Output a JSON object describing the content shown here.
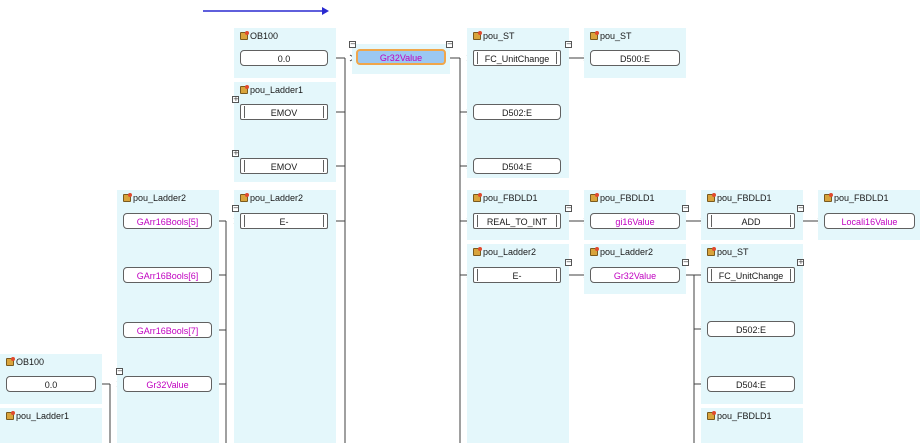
{
  "panels": [
    {
      "id": "p1",
      "title": "OB100",
      "items": [
        {
          "label": "0.0",
          "kind": "value"
        }
      ]
    },
    {
      "id": "p2",
      "title": "pou_Ladder1",
      "items": [
        {
          "label": "EMOV",
          "kind": "fb"
        },
        {
          "label": "EMOV",
          "kind": "fb"
        }
      ]
    },
    {
      "id": "p3",
      "title": "pou_Ladder2",
      "items": [
        {
          "label": "E-",
          "kind": "fb"
        }
      ]
    },
    {
      "id": "p4",
      "title": "pou_Ladder2",
      "items": [
        {
          "label": "GArr16Bools[5]",
          "kind": "var"
        },
        {
          "label": "GArr16Bools[6]",
          "kind": "var"
        },
        {
          "label": "GArr16Bools[7]",
          "kind": "var"
        },
        {
          "label": "Gr32Value",
          "kind": "var"
        }
      ]
    },
    {
      "id": "p5",
      "title": "OB100",
      "items": [
        {
          "label": "0.0",
          "kind": "value"
        }
      ]
    },
    {
      "id": "p6",
      "title": "pou_Ladder1",
      "items": []
    },
    {
      "id": "p7",
      "title": "",
      "items": [
        {
          "label": "Gr32Value",
          "kind": "selected"
        }
      ]
    },
    {
      "id": "p8",
      "title": "pou_ST",
      "items": [
        {
          "label": "FC_UnitChange",
          "kind": "fb"
        },
        {
          "label": "D502:E",
          "kind": "value"
        },
        {
          "label": "D504:E",
          "kind": "value"
        }
      ]
    },
    {
      "id": "p9",
      "title": "pou_FBDLD1",
      "items": [
        {
          "label": "REAL_TO_INT",
          "kind": "fb"
        }
      ]
    },
    {
      "id": "p10",
      "title": "pou_Ladder2",
      "items": [
        {
          "label": "E-",
          "kind": "fb"
        }
      ]
    },
    {
      "id": "p11",
      "title": "pou_ST",
      "items": [
        {
          "label": "D500:E",
          "kind": "value"
        }
      ]
    },
    {
      "id": "p12",
      "title": "pou_FBDLD1",
      "items": [
        {
          "label": "gi16Value",
          "kind": "var"
        }
      ]
    },
    {
      "id": "p13",
      "title": "pou_Ladder2",
      "items": [
        {
          "label": "Gr32Value",
          "kind": "var"
        }
      ]
    },
    {
      "id": "p14",
      "title": "pou_FBDLD1",
      "items": [
        {
          "label": "ADD",
          "kind": "fb"
        }
      ]
    },
    {
      "id": "p15",
      "title": "pou_ST",
      "items": [
        {
          "label": "FC_UnitChange",
          "kind": "fb"
        },
        {
          "label": "D502:E",
          "kind": "value"
        },
        {
          "label": "D504:E",
          "kind": "value"
        }
      ]
    },
    {
      "id": "p16",
      "title": "pou_FBDLD1",
      "items": []
    },
    {
      "id": "p17",
      "title": "pou_FBDLD1",
      "items": [
        {
          "label": "Locali16Value",
          "kind": "var"
        }
      ]
    }
  ],
  "colors": {
    "panel": "#e4f7fb",
    "variable_text": "#c000c0",
    "selected_fill": "#9bc8f2",
    "selected_border": "#f0a64a",
    "arrow": "#2a2ad0",
    "wire": "#404040"
  },
  "icons": {
    "pou": "pou-icon",
    "collapse": "collapse-icon",
    "expand": "expand-icon"
  }
}
